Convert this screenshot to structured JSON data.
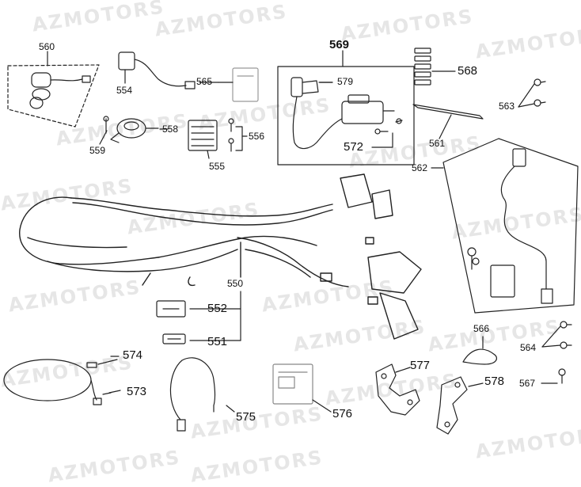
{
  "watermark": "AZMOTORS",
  "labels": {
    "p560": "560",
    "p554": "554",
    "p565": "565",
    "p569": "569",
    "p579": "579",
    "p568": "568",
    "p563": "563",
    "p558": "558",
    "p559": "559",
    "p556": "556",
    "p555": "555",
    "p572": "572",
    "p561": "561",
    "p562": "562",
    "p550": "550",
    "p552": "552",
    "p551": "551",
    "p574": "574",
    "p573": "573",
    "p575": "575",
    "p576": "576",
    "p577": "577",
    "p578": "578",
    "p566": "566",
    "p564": "564",
    "p567": "567"
  }
}
